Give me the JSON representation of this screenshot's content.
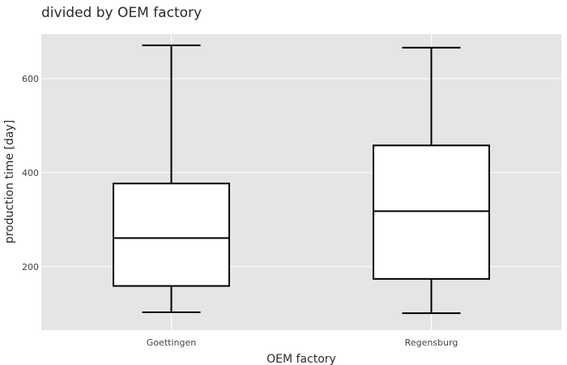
{
  "chart_data": {
    "type": "box",
    "title": "divided by OEM factory",
    "xlabel": "OEM factory",
    "ylabel": "production time [day]",
    "ylim": [
      65,
      695
    ],
    "yticks": [
      200,
      400,
      600
    ],
    "grid": true,
    "background": "#e5e5e5",
    "gridColor": "#ffffff",
    "boxFill": "#ffffff",
    "boxStroke": "#000000",
    "categories": [
      "Goettingen",
      "Regensburg"
    ],
    "boxes": [
      {
        "category": "Goettingen",
        "min": 103,
        "q1": 159,
        "median": 261,
        "q3": 377,
        "max": 671
      },
      {
        "category": "Regensburg",
        "min": 101,
        "q1": 174,
        "median": 318,
        "q3": 458,
        "max": 666
      }
    ]
  }
}
